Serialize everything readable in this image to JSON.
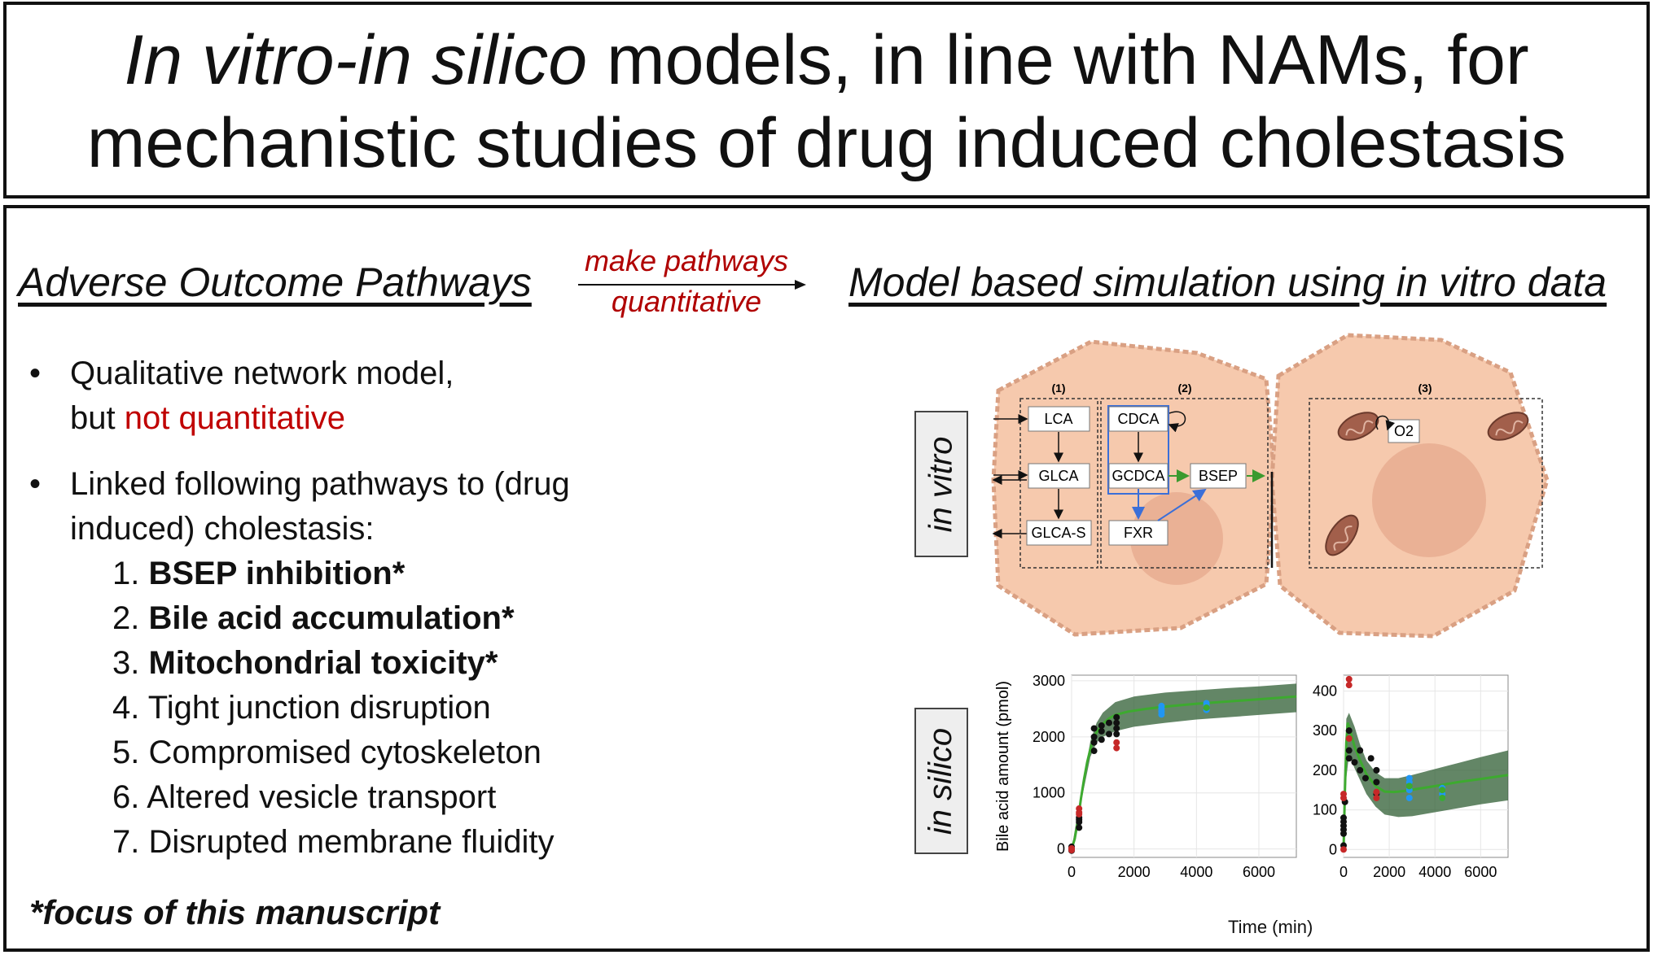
{
  "title": {
    "italic_part": "In vitro-in silico",
    "rest_line1": " models, in line with NAMs, for",
    "line2": "mechanistic studies of drug induced cholestasis"
  },
  "left_heading": "Adverse Outcome Pathways",
  "right_heading": "Model based simulation using in vitro data",
  "arrow_label_line1": "make pathways",
  "arrow_label_line2": "quantitative",
  "bullet1": {
    "line1": "Qualitative network model,",
    "line2_prefix": "but ",
    "line2_red": "not quantitative"
  },
  "bullet2": {
    "line1": "Linked following pathways to (drug",
    "line2": "induced) cholestasis:"
  },
  "pathways": [
    {
      "num": "1.",
      "text": "BSEP inhibition*",
      "bold": true
    },
    {
      "num": "2.",
      "text": "Bile acid accumulation*",
      "bold": true
    },
    {
      "num": "3.",
      "text": "Mitochondrial toxicity*",
      "bold": true
    },
    {
      "num": "4.",
      "text": "Tight junction disruption",
      "bold": false
    },
    {
      "num": "5.",
      "text": "Compromised cytoskeleton",
      "bold": false
    },
    {
      "num": "6.",
      "text": "Altered vesicle transport",
      "bold": false
    },
    {
      "num": "7.",
      "text": "Disrupted membrane fluidity",
      "bold": false
    }
  ],
  "footnote": "*focus of this manuscript",
  "label_in_vitro": "in vitro",
  "label_in_silico": "in silico",
  "diagram": {
    "section_labels": [
      "(1)",
      "(2)",
      "(3)"
    ],
    "nodes": {
      "lca": "LCA",
      "glca": "GLCA",
      "glcas": "GLCA-S",
      "cdca": "CDCA",
      "gcdca": "GCDCA",
      "fxr": "FXR",
      "bsep": "BSEP",
      "o2": "O2"
    },
    "colors": {
      "cell": "#f6c9ad",
      "cell_edge": "#d9a083",
      "nucleus": "#e6a88d",
      "mito": "#a25f4b",
      "blue": "#3b6fd8",
      "green": "#3b9a2f"
    }
  },
  "chart_data": [
    {
      "type": "line",
      "ylabel": "Bile acid amount (pmol)",
      "xlabel": "",
      "xlim": [
        0,
        7200
      ],
      "ylim": [
        -150,
        3100
      ],
      "xticks": [
        0,
        2000,
        4000,
        6000
      ],
      "yticks": [
        0,
        1000,
        2000,
        3000
      ],
      "grid": true,
      "fit": {
        "x": [
          0,
          100,
          200,
          300,
          400,
          500,
          600,
          700,
          800,
          1000,
          1200,
          1400,
          1800,
          2400,
          3000,
          4000,
          5000,
          6000,
          7200
        ],
        "y": [
          0,
          180,
          500,
          900,
          1250,
          1550,
          1780,
          1960,
          2080,
          2230,
          2330,
          2390,
          2450,
          2500,
          2540,
          2590,
          2630,
          2670,
          2720
        ]
      },
      "band": {
        "x": [
          0,
          300,
          600,
          800,
          1000,
          1400,
          2000,
          3000,
          4000,
          5000,
          6000,
          7200
        ],
        "lower": [
          0,
          820,
          1640,
          1900,
          2000,
          2100,
          2180,
          2250,
          2310,
          2350,
          2390,
          2440
        ],
        "upper": [
          0,
          980,
          1920,
          2250,
          2430,
          2620,
          2720,
          2790,
          2830,
          2870,
          2900,
          2950
        ]
      },
      "points": {
        "black": [
          [
            0,
            0
          ],
          [
            0,
            40
          ],
          [
            0,
            -30
          ],
          [
            240,
            380
          ],
          [
            240,
            560
          ],
          [
            240,
            480
          ],
          [
            240,
            520
          ],
          [
            720,
            1900
          ],
          [
            720,
            2000
          ],
          [
            720,
            2150
          ],
          [
            720,
            1750
          ],
          [
            960,
            1950
          ],
          [
            960,
            2100
          ],
          [
            960,
            2200
          ],
          [
            1200,
            2250
          ],
          [
            1200,
            2050
          ],
          [
            1440,
            2350
          ],
          [
            1440,
            2250
          ],
          [
            1440,
            2150
          ],
          [
            1440,
            2050
          ]
        ],
        "red": [
          [
            0,
            10
          ],
          [
            0,
            -20
          ],
          [
            240,
            720
          ],
          [
            240,
            620
          ],
          [
            240,
            650
          ],
          [
            1440,
            1800
          ],
          [
            1440,
            1900
          ]
        ],
        "blue": [
          [
            2880,
            2400
          ],
          [
            2880,
            2500
          ],
          [
            2880,
            2550
          ],
          [
            2880,
            2450
          ],
          [
            4320,
            2550
          ],
          [
            4320,
            2480
          ],
          [
            4320,
            2600
          ]
        ],
        "green": [
          [
            4320,
            2520
          ]
        ]
      }
    },
    {
      "type": "line",
      "ylabel": "",
      "xlabel": "Time (min)",
      "xlim": [
        0,
        7200
      ],
      "ylim": [
        -20,
        440
      ],
      "xticks": [
        0,
        2000,
        4000,
        6000
      ],
      "yticks": [
        0,
        100,
        200,
        300,
        400
      ],
      "grid": true,
      "fit": {
        "x": [
          0,
          60,
          120,
          180,
          240,
          360,
          480,
          720,
          1000,
          1400,
          1800,
          2200,
          2600,
          3000,
          4000,
          5000,
          6000,
          7200
        ],
        "y": [
          0,
          150,
          270,
          320,
          310,
          285,
          260,
          225,
          190,
          160,
          146,
          145,
          147,
          151,
          160,
          170,
          178,
          188
        ]
      },
      "band": {
        "x": [
          0,
          120,
          240,
          480,
          720,
          1000,
          1400,
          1800,
          2400,
          3000,
          4000,
          5000,
          6000,
          7200
        ],
        "lower": [
          0,
          180,
          240,
          205,
          175,
          140,
          108,
          88,
          82,
          84,
          94,
          104,
          114,
          124
        ],
        "upper": [
          0,
          330,
          345,
          310,
          265,
          225,
          195,
          180,
          180,
          188,
          203,
          218,
          233,
          250
        ]
      },
      "points": {
        "black": [
          [
            0,
            10
          ],
          [
            0,
            50
          ],
          [
            0,
            60
          ],
          [
            0,
            80
          ],
          [
            0,
            70
          ],
          [
            0,
            40
          ],
          [
            60,
            120
          ],
          [
            240,
            250
          ],
          [
            240,
            230
          ],
          [
            240,
            300
          ],
          [
            480,
            220
          ],
          [
            720,
            250
          ],
          [
            720,
            200
          ],
          [
            960,
            180
          ],
          [
            1200,
            230
          ],
          [
            1440,
            170
          ],
          [
            1440,
            200
          ],
          [
            1440,
            140
          ]
        ],
        "red": [
          [
            0,
            0
          ],
          [
            0,
            140
          ],
          [
            0,
            130
          ],
          [
            240,
            430
          ],
          [
            240,
            415
          ],
          [
            240,
            280
          ],
          [
            1440,
            145
          ],
          [
            1440,
            130
          ]
        ],
        "blue": [
          [
            2880,
            180
          ],
          [
            2880,
            170
          ],
          [
            2880,
            150
          ],
          [
            2880,
            130
          ],
          [
            4320,
            155
          ],
          [
            4320,
            140
          ],
          [
            4320,
            130
          ]
        ],
        "green": [
          [
            2880,
            160
          ],
          [
            4320,
            150
          ],
          [
            4320,
            130
          ]
        ]
      }
    }
  ]
}
